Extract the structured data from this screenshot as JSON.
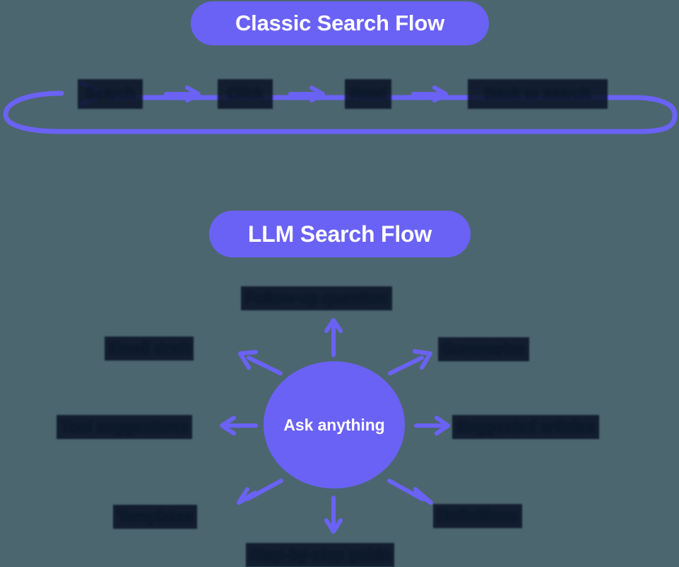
{
  "theme": {
    "background": "#4c6670",
    "accent": "#6a62f5",
    "pill_text": "#ffffff",
    "node_text": "#0d1a2b"
  },
  "classic_flow": {
    "heading": "Classic Search Flow",
    "steps": [
      {
        "label": "Search"
      },
      {
        "label": "Click"
      },
      {
        "label": "Read"
      },
      {
        "label": "Back to search"
      }
    ],
    "connector": "arrow-right",
    "loop": {
      "name": "loop-back-arrow",
      "description": "Back to search loops around to Search"
    }
  },
  "llm_flow": {
    "heading": "LLM Search Flow",
    "hub": {
      "label": "Ask anything"
    },
    "spokes": [
      {
        "label": "Follow-up question",
        "direction": "north"
      },
      {
        "label": "Email draft",
        "direction": "northwest"
      },
      {
        "label": "Summarize",
        "direction": "northeast"
      },
      {
        "label": "Tool suggestions",
        "direction": "west"
      },
      {
        "label": "Suggested articles",
        "direction": "east"
      },
      {
        "label": "Templates",
        "direction": "southwest"
      },
      {
        "label": "Definitions",
        "direction": "southeast"
      },
      {
        "label": "Step-by-step guide",
        "direction": "south"
      }
    ]
  }
}
